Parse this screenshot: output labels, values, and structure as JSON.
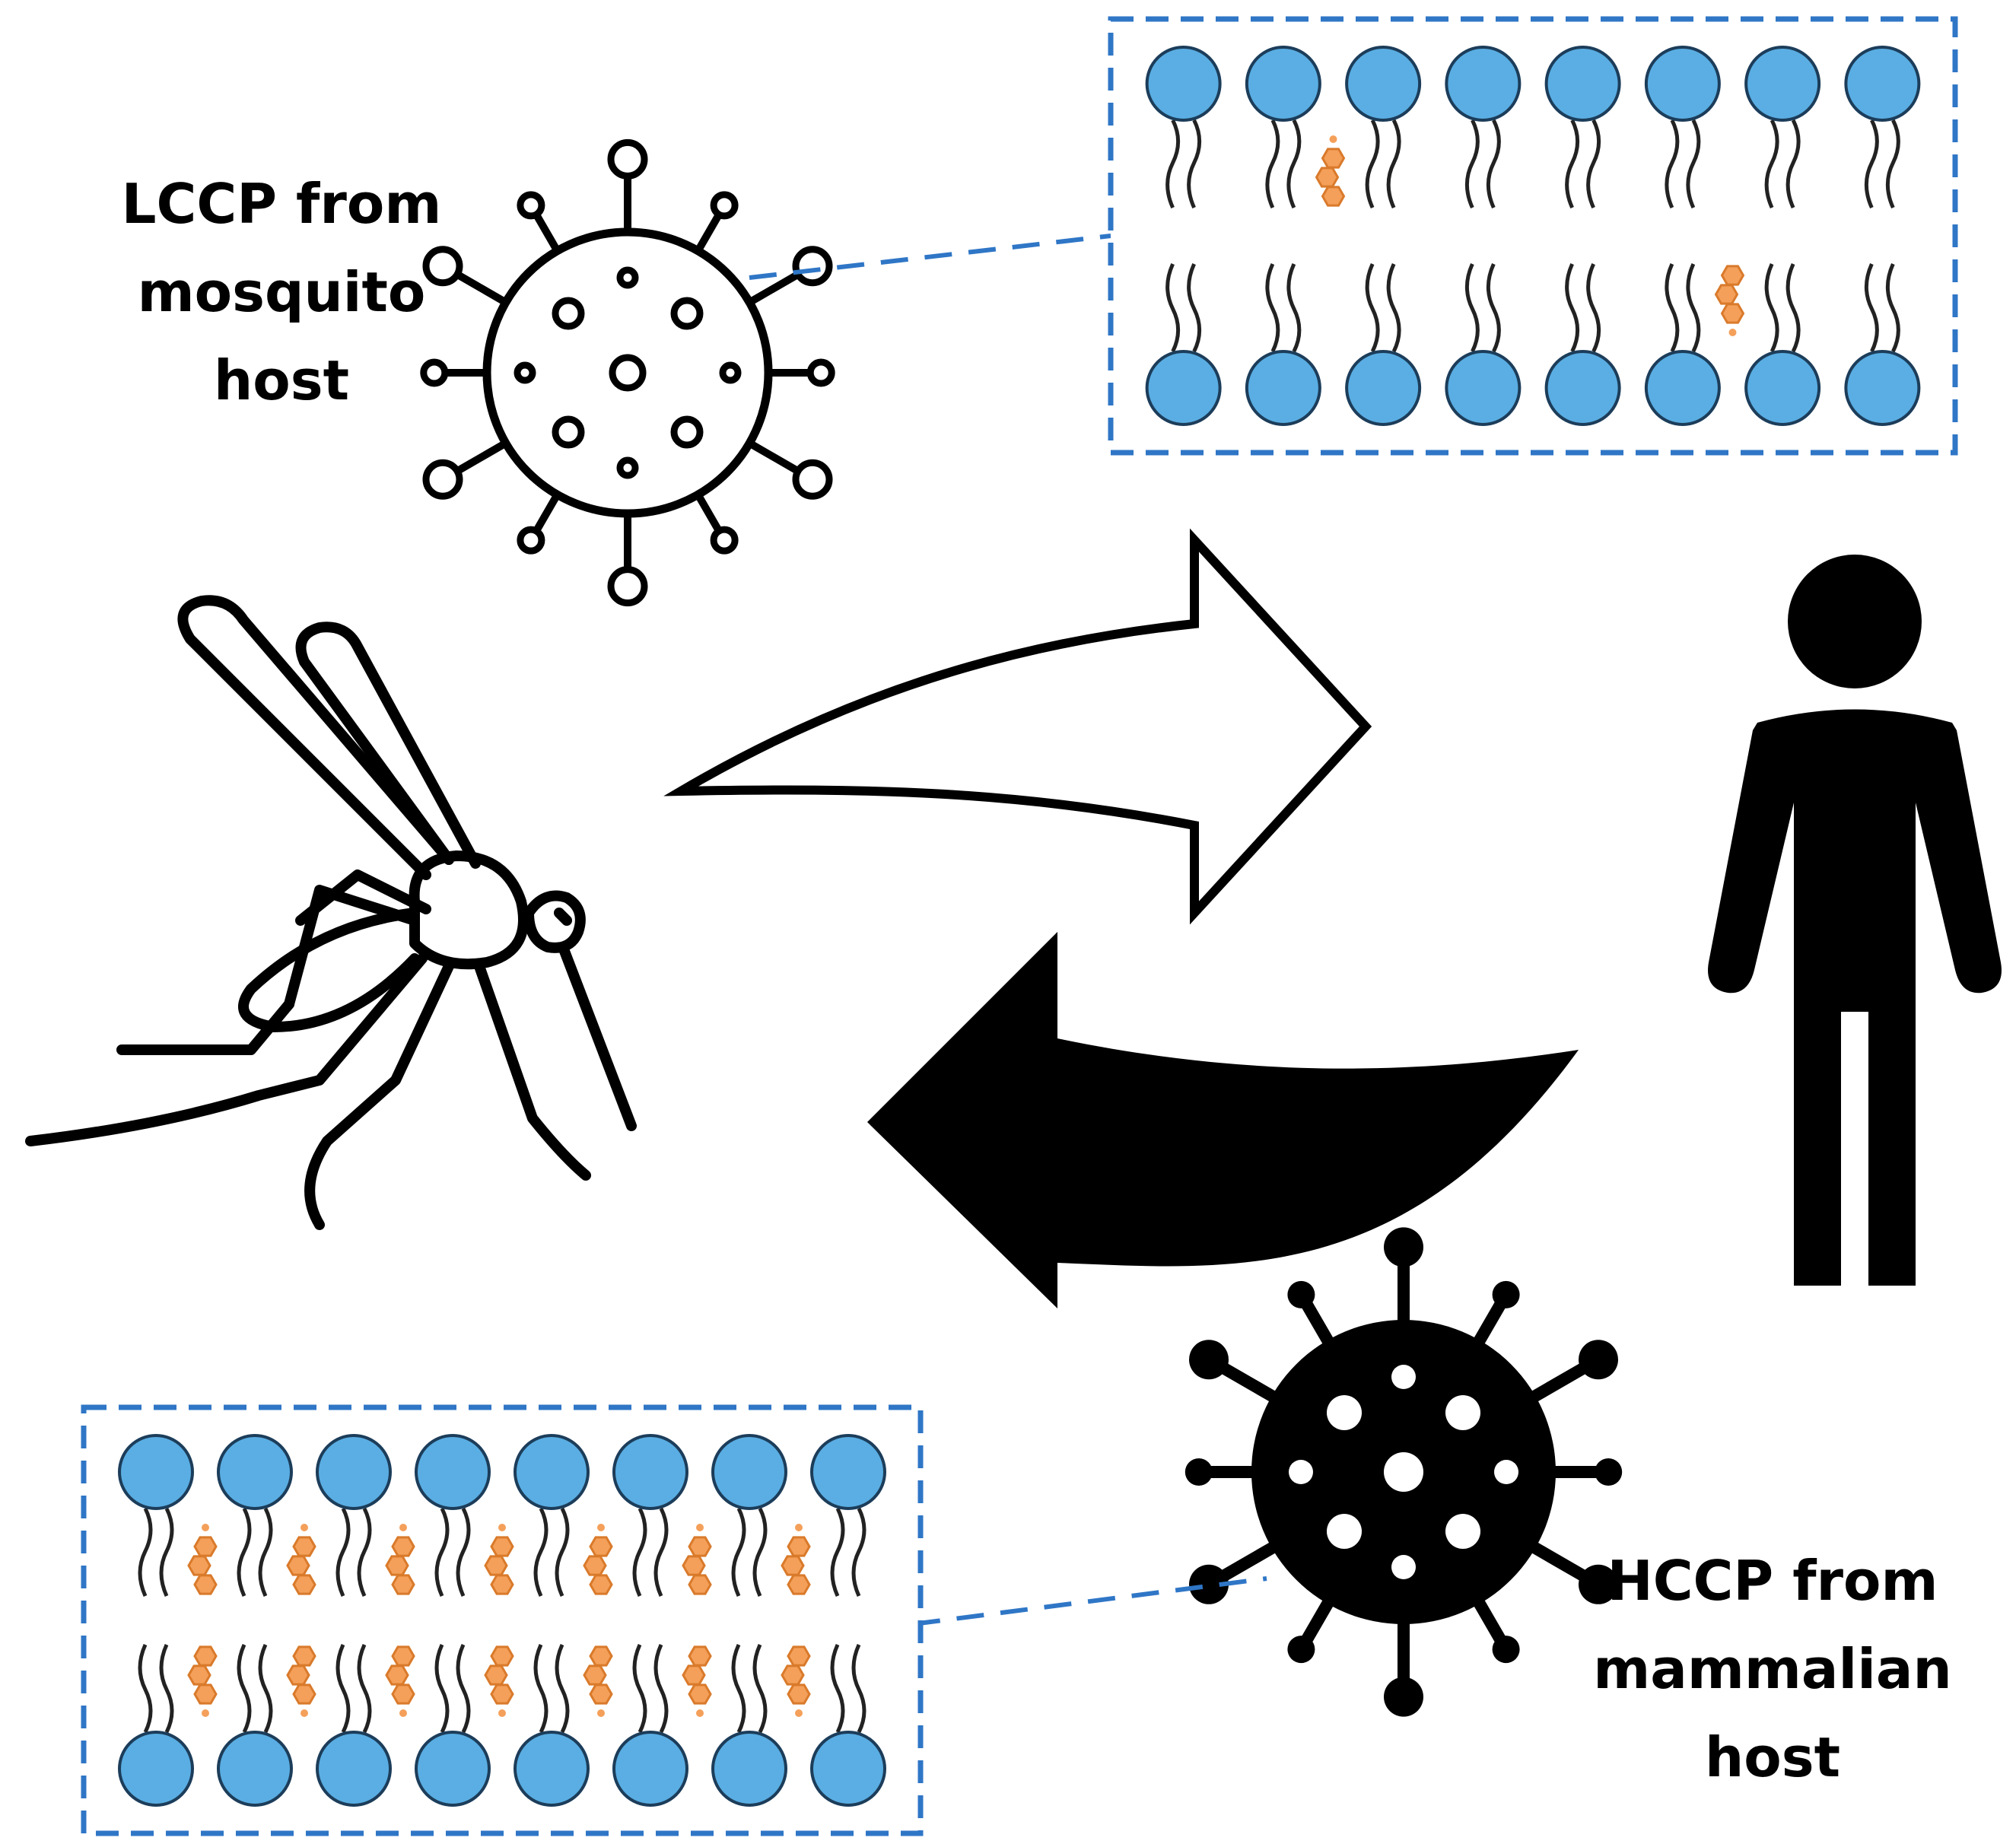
{
  "labels": {
    "lccp": [
      "LCCP from",
      "mosquito",
      "host"
    ],
    "hccp": [
      "HCCP from",
      "mammalian",
      "host"
    ]
  },
  "colors": {
    "lipid_head": "#5aaee3",
    "cholesterol": "#f4a05a",
    "box_border": "#2f76c6",
    "outline": "#000000"
  },
  "membranes": {
    "mosquito_membrane": {
      "lipids_per_leaflet": 8,
      "cholesterol_upper": [
        1
      ],
      "cholesterol_lower": [
        5
      ]
    },
    "mammalian_membrane": {
      "lipids_per_leaflet": 8,
      "cholesterol_upper": [
        0,
        1,
        2,
        3,
        4,
        5,
        6
      ],
      "cholesterol_lower": [
        0,
        1,
        2,
        3,
        4,
        5,
        6
      ]
    }
  },
  "icons": {
    "virus_lccp": "virus-outline-icon",
    "virus_hccp": "virus-filled-icon",
    "mosquito": "mosquito-icon",
    "person": "person-icon",
    "arrow_to_human": "arrow-outline-icon",
    "arrow_to_mosquito": "arrow-filled-icon"
  }
}
